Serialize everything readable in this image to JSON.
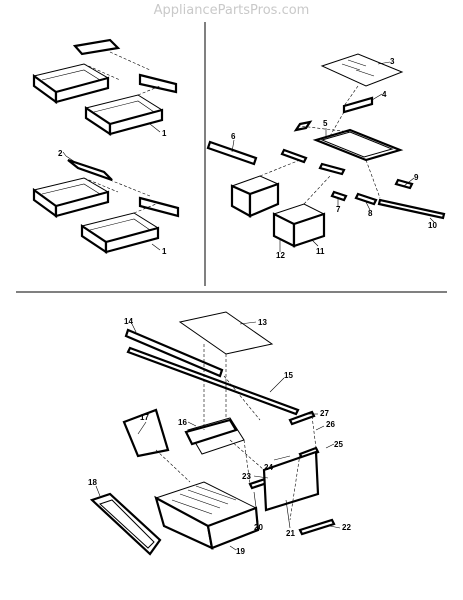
{
  "watermark": "AppliancePartsPros.com",
  "labels": [
    {
      "id": "callout-1a",
      "text": "1"
    },
    {
      "id": "callout-1b",
      "text": "1"
    },
    {
      "id": "callout-2",
      "text": "2"
    },
    {
      "id": "callout-3",
      "text": "3"
    },
    {
      "id": "callout-4",
      "text": "4"
    },
    {
      "id": "callout-5",
      "text": "5"
    },
    {
      "id": "callout-6",
      "text": "6"
    },
    {
      "id": "callout-7",
      "text": "7"
    },
    {
      "id": "callout-8",
      "text": "8"
    },
    {
      "id": "callout-9",
      "text": "9"
    },
    {
      "id": "callout-10",
      "text": "10"
    },
    {
      "id": "callout-11",
      "text": "11"
    },
    {
      "id": "callout-12",
      "text": "12"
    },
    {
      "id": "callout-13",
      "text": "13"
    },
    {
      "id": "callout-14",
      "text": "14"
    },
    {
      "id": "callout-15",
      "text": "15"
    },
    {
      "id": "callout-16",
      "text": "16"
    },
    {
      "id": "callout-17",
      "text": "17"
    },
    {
      "id": "callout-18",
      "text": "18"
    },
    {
      "id": "callout-19",
      "text": "19"
    },
    {
      "id": "callout-20",
      "text": "20"
    },
    {
      "id": "callout-21",
      "text": "21"
    },
    {
      "id": "callout-22",
      "text": "22"
    },
    {
      "id": "callout-23",
      "text": "23"
    },
    {
      "id": "callout-24",
      "text": "24"
    },
    {
      "id": "callout-25",
      "text": "25"
    },
    {
      "id": "callout-26",
      "text": "26"
    },
    {
      "id": "callout-27",
      "text": "27"
    }
  ]
}
